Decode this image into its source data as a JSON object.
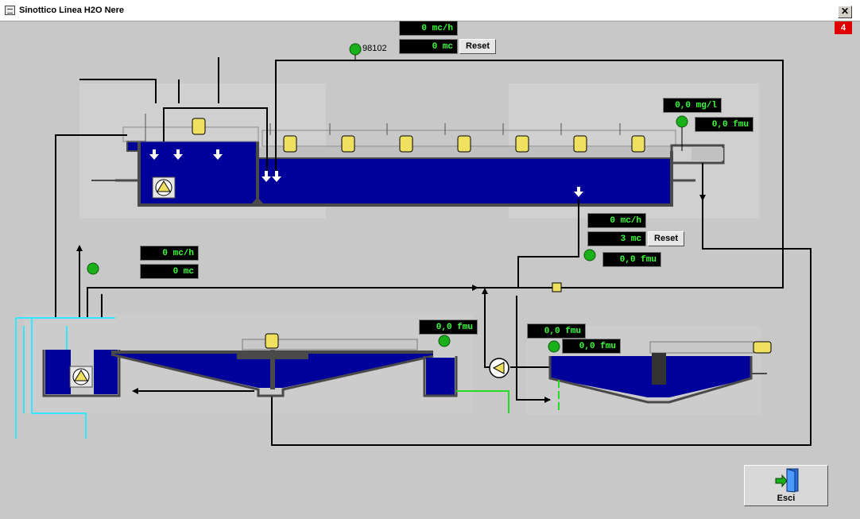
{
  "window": {
    "title": "Sinottico Linea H2O Nere",
    "close_label": "✕",
    "alarm_count": "4"
  },
  "top": {
    "flow": "0 mc/h",
    "volume": "0 mc",
    "reset_label": "Reset",
    "tag": "98102"
  },
  "oxidation": {
    "oxygen": "0,0 mg/l",
    "turbidity": "0,0 fmu"
  },
  "recirculation": {
    "flow": "0 mc/h",
    "volume": "3 mc",
    "reset_label": "Reset",
    "turbidity": "0,0 fmu"
  },
  "lift": {
    "flow": "0 mc/h",
    "volume": "0 mc"
  },
  "primary_settler": {
    "turbidity": "0,0 fmu"
  },
  "secondary_settler": {
    "turbidity_a": "0,0 fmu",
    "turbidity_b": "0,0 fmu"
  },
  "footer": {
    "exit_label": "Esci",
    "exit_icon": "exit-door-icon"
  },
  "colors": {
    "water": "#00009a",
    "tank_wall": "#4a4a4a",
    "pipe": "#000000",
    "display_text": "#3cff3c",
    "sensor": "#1ab01a",
    "cyan_pipe": "#33e6ff",
    "green_pipe": "#22dd22",
    "alarm": "#e10000",
    "motor": "#f0e060"
  }
}
